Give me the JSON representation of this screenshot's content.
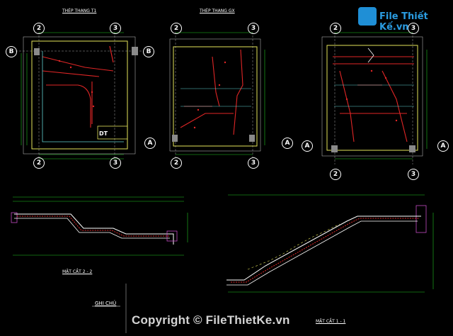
{
  "app": {
    "watermark_top": "File Thiết Kế.vn",
    "watermark_bottom": "Copyright © FileThietKe.vn"
  },
  "plans": [
    {
      "title": "THÉP THANG T1"
    },
    {
      "title": "THÉP THANG GX"
    },
    {
      "title": ""
    }
  ],
  "grid_bubbles": {
    "b2": "2",
    "b3": "3",
    "bB": "B",
    "bA": "A"
  },
  "plan_label": "DT",
  "sections": {
    "s22": "MẶT CẮT 2 - 2",
    "s11": "MẶT CẮT 1 - 1"
  },
  "notes": {
    "heading": "GHI CHÚ"
  },
  "colors": {
    "background": "#000000",
    "wall_yellow": "#e3e35a",
    "rebar_red": "#e02626",
    "dim_green": "#21c521",
    "frame_white": "#ffffff",
    "hatch_magenta": "#c44cc4",
    "column_cyan": "#5fd0d0"
  }
}
